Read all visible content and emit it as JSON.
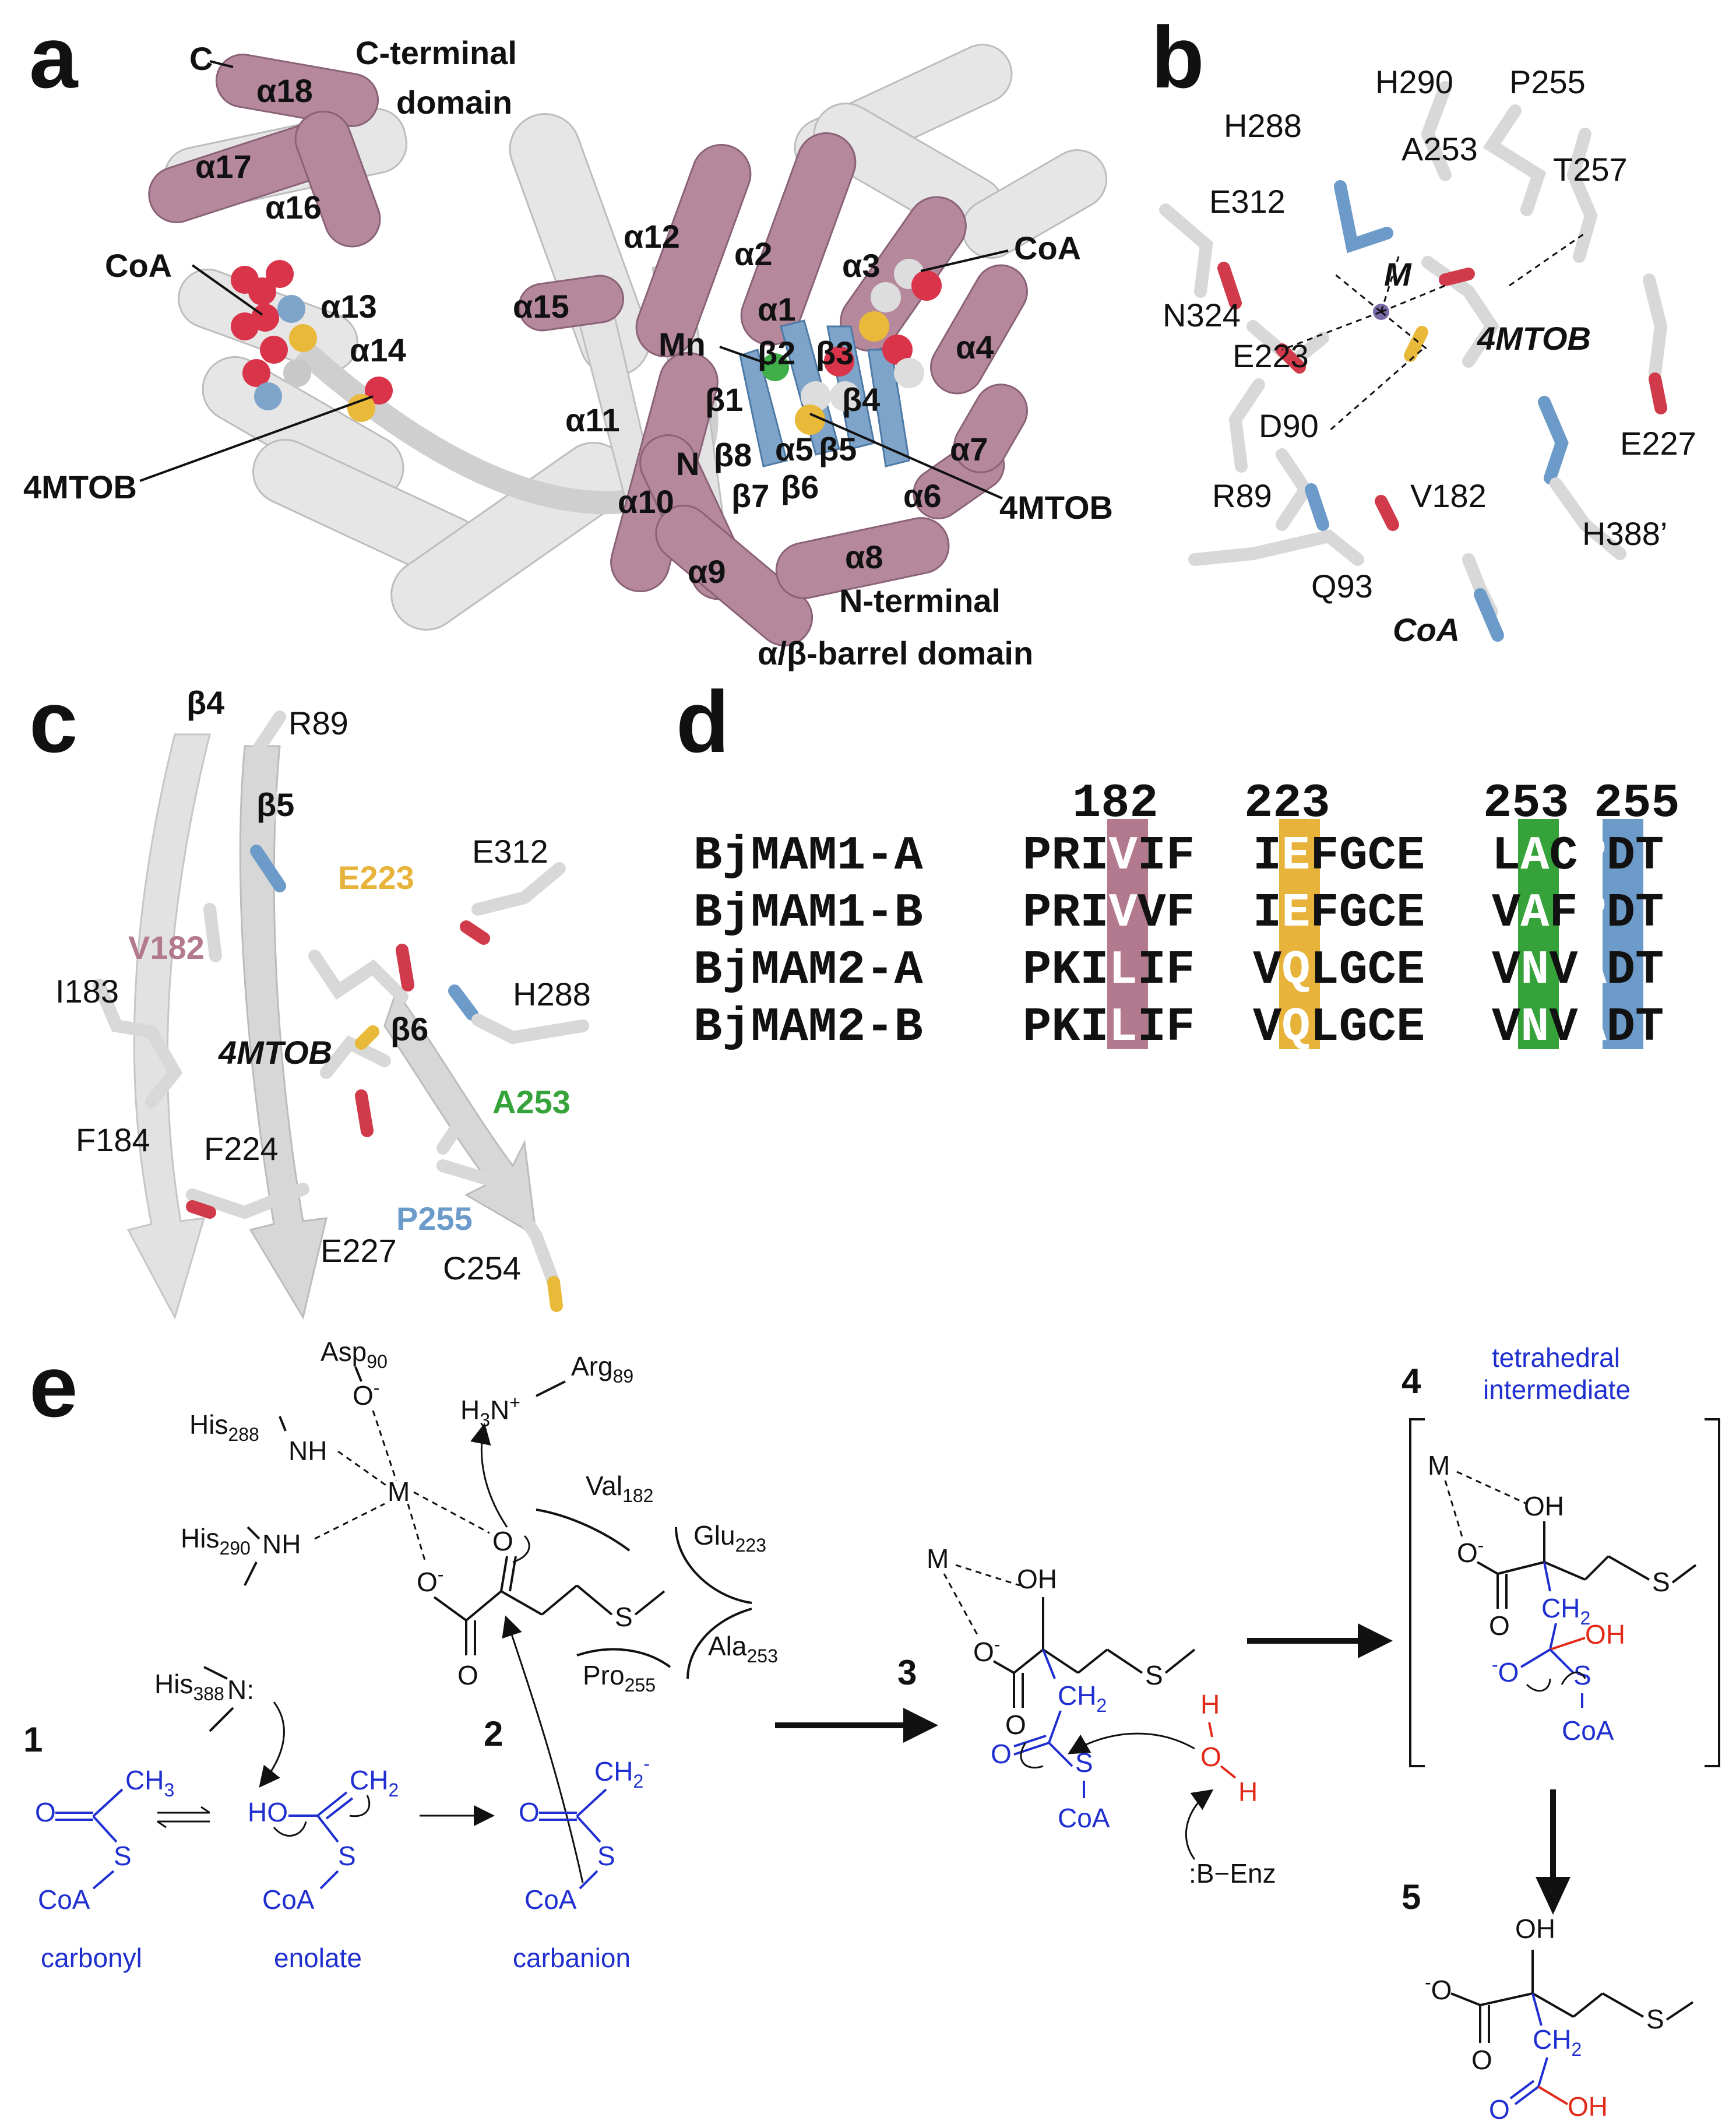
{
  "figure": {
    "panel_labels": [
      "a",
      "b",
      "c",
      "d",
      "e"
    ]
  },
  "panel_a": {
    "labels": {
      "c_term": "C",
      "c_domain_line1": "C-terminal",
      "c_domain_line2": "domain",
      "coa_left": "CoA",
      "coa_right": "CoA",
      "mn": "Mn",
      "n_term": "N",
      "mtob_left": "4MTOB",
      "mtob_right": "4MTOB",
      "n_domain_line1": "N-terminal",
      "n_domain_line2": "α/β-barrel domain"
    },
    "helices": [
      "α18",
      "α17",
      "α16",
      "α13",
      "α14",
      "α15",
      "α12",
      "α2",
      "α3",
      "α1",
      "α4",
      "α11",
      "α10",
      "α9",
      "α8",
      "α6",
      "α7",
      "α5"
    ],
    "strands": [
      "β2",
      "β3",
      "β1",
      "β4",
      "β8",
      "β5",
      "β7",
      "β6"
    ]
  },
  "panel_b": {
    "residues": [
      "H290",
      "P255",
      "H288",
      "A253",
      "T257",
      "E312",
      "N324",
      "E223",
      "D90",
      "E227",
      "R89",
      "V182",
      "H388’",
      "Q93"
    ],
    "ligands": {
      "metal": "M",
      "substrate": "4MTOB",
      "coa": "CoA"
    }
  },
  "panel_c": {
    "strands": [
      "β4",
      "β5",
      "β6"
    ],
    "residues": [
      "R89",
      "E312",
      "I183",
      "H288",
      "F184",
      "F224",
      "E227",
      "C254"
    ],
    "highlighted": {
      "e223": "E223",
      "v182": "V182",
      "a253": "A253",
      "p255": "P255"
    },
    "ligand": "4MTOB"
  },
  "panel_d": {
    "positions": [
      "182",
      "223",
      "253",
      "255"
    ],
    "rows": [
      {
        "name": "BjMAM1-A",
        "s1": "PRI",
        "h1": "V",
        "s2": "IF",
        "s3": "I",
        "h2": "E",
        "s4": "FGCE",
        "s5": "L",
        "h3": "A",
        "s6": "C",
        "h4": "P",
        "s7": "DT"
      },
      {
        "name": "BjMAM1-B",
        "s1": "PRI",
        "h1": "V",
        "s2": "VF",
        "s3": "I",
        "h2": "E",
        "s4": "FGCE",
        "s5": "V",
        "h3": "A",
        "s6": "F",
        "h4": "P",
        "s7": "DT"
      },
      {
        "name": "BjMAM2-A",
        "s1": "PKI",
        "h1": "L",
        "s2": "IF",
        "s3": "V",
        "h2": "Q",
        "s4": "LGCE",
        "s5": "V",
        "h3": "N",
        "s6": "V",
        "h4": "A",
        "s7": "DT"
      },
      {
        "name": "BjMAM2-B",
        "s1": "PKI",
        "h1": "L",
        "s2": "IF",
        "s3": "V",
        "h2": "Q",
        "s4": "LGCE",
        "s5": "V",
        "h3": "N",
        "s6": "V",
        "h4": "A",
        "s7": "DT"
      }
    ],
    "colors": {
      "col1": "#b3798f",
      "col2": "#e8b33a",
      "col3": "#35a33a",
      "col4": "#6c9bc9"
    }
  },
  "panel_e": {
    "residues": {
      "asp": "Asp",
      "asp_sub": "90",
      "arg": "Arg",
      "arg_sub": "89",
      "his288": "His",
      "his288_sub": "288",
      "his290": "His",
      "his290_sub": "290",
      "val": "Val",
      "val_sub": "182",
      "glu": "Glu",
      "glu_sub": "223",
      "ala": "Ala",
      "ala_sub": "253",
      "pro": "Pro",
      "pro_sub": "255",
      "his388": "His",
      "his388_sub": "388"
    },
    "atoms": {
      "metal": "M",
      "o_minus": "O",
      "o": "O",
      "oh": "OH",
      "s": "S",
      "nh": "NH",
      "n": "N:",
      "h3n": "H",
      "h3n_sub": "3",
      "h3n_tail": "N",
      "coa": "CoA",
      "ch3": "CH",
      "ch3_sub": "3",
      "ch2": "CH",
      "ch2_sub": "2",
      "ho": "HO",
      "h": "H",
      "base": ":B−Enz",
      "oh_acid": "OH"
    },
    "compounds": [
      "1",
      "2",
      "3",
      "4",
      "5"
    ],
    "names": {
      "carbonyl": "carbonyl",
      "enolate": "enolate",
      "carbanion": "carbanion",
      "tetra_line1": "tetrahedral",
      "tetra_line2": "intermediate"
    }
  }
}
